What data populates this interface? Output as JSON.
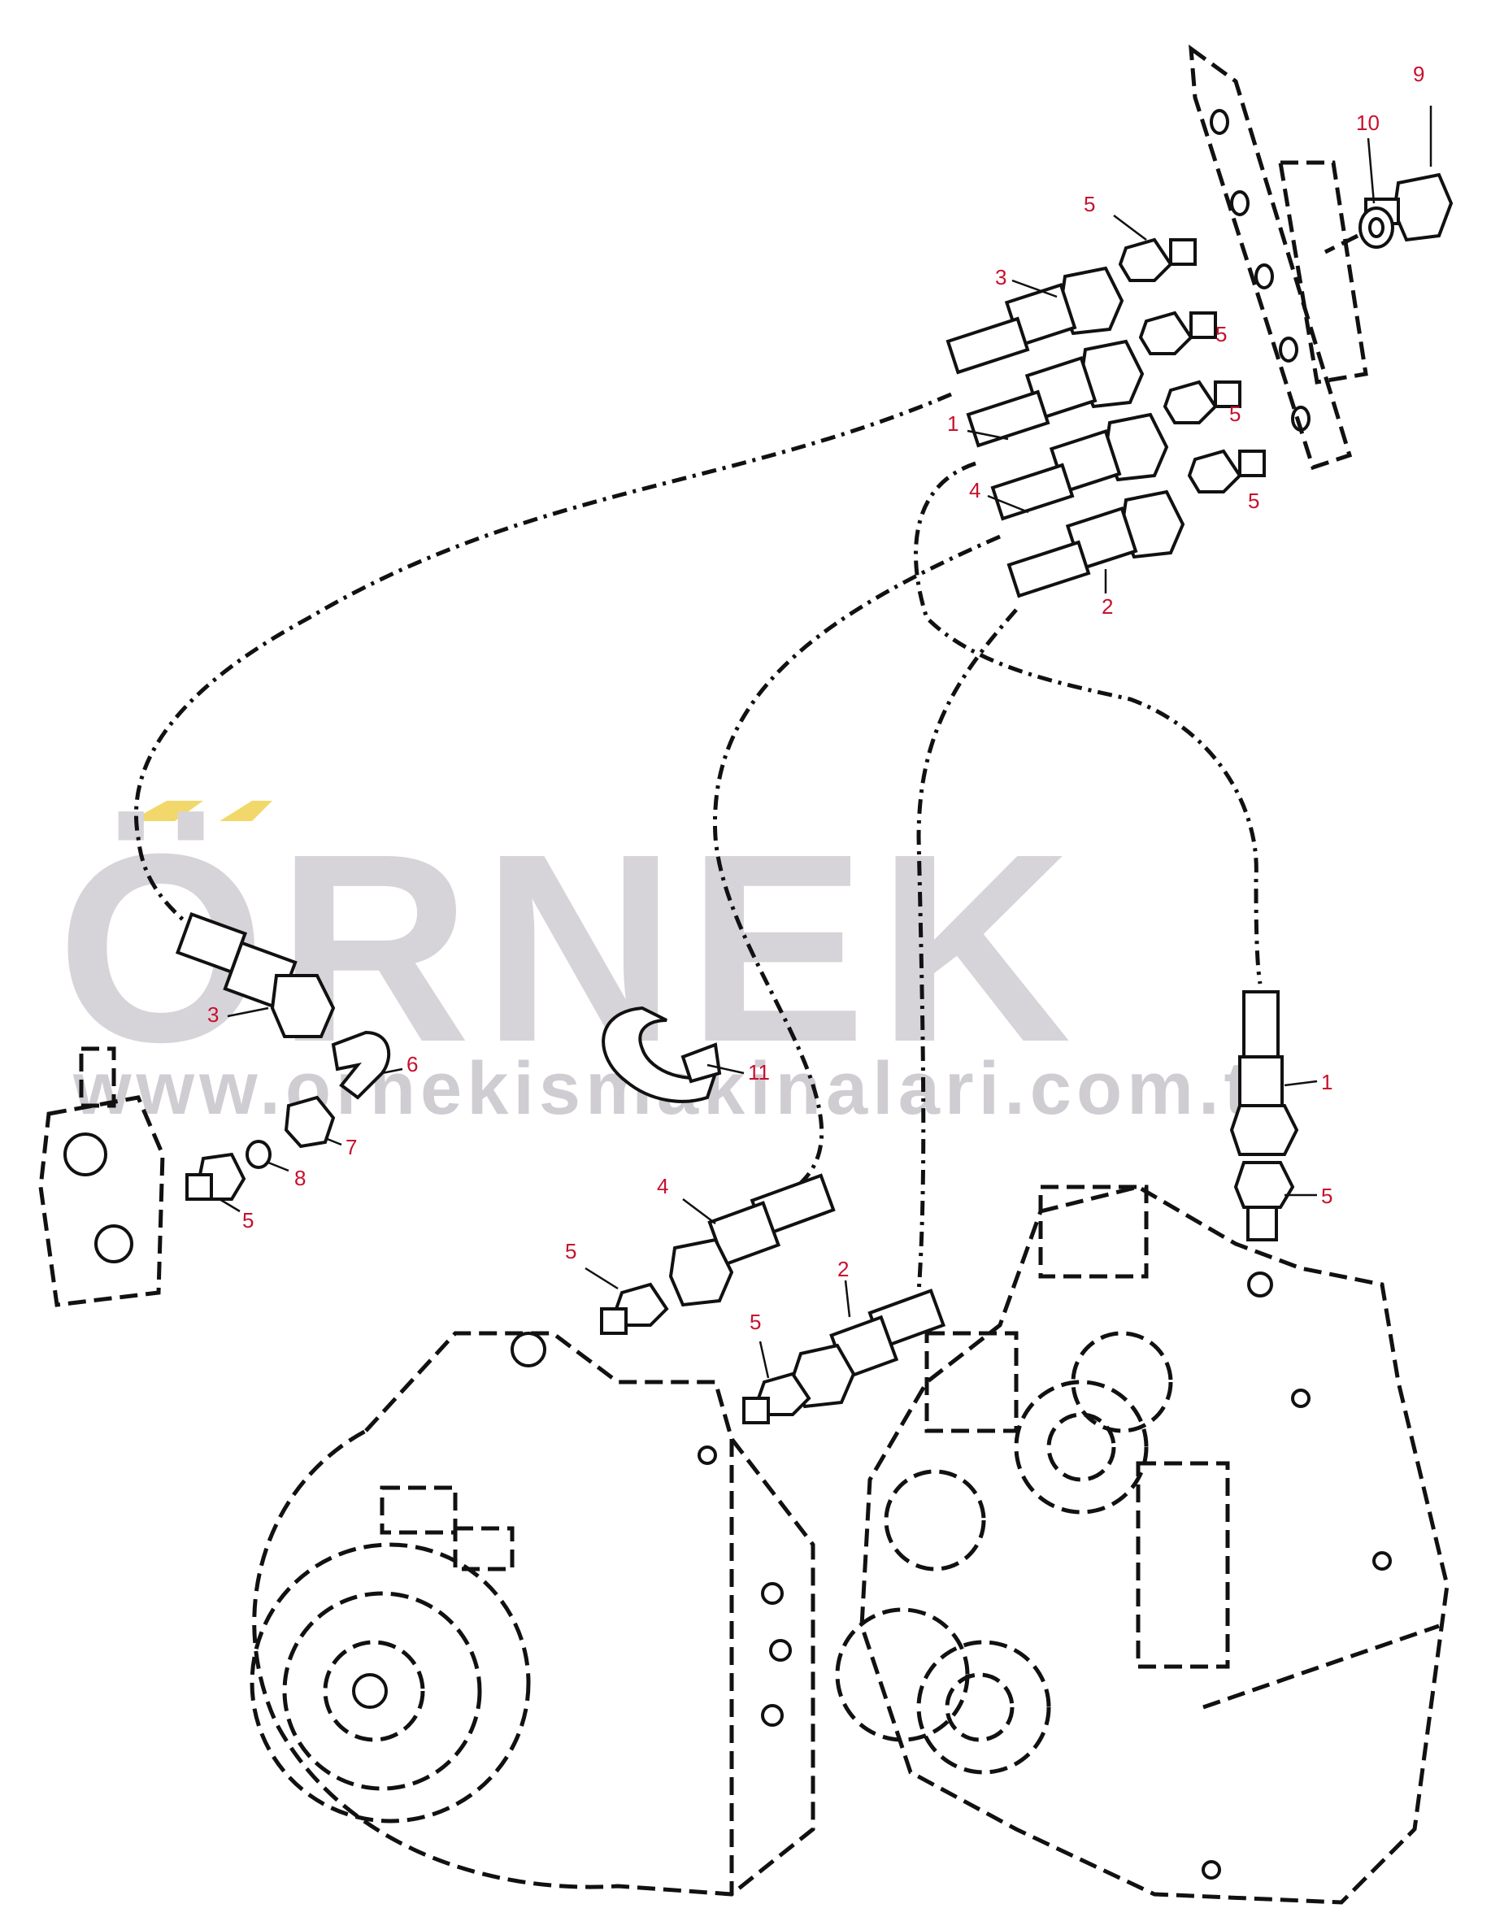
{
  "watermark": {
    "brand": "ÖRNEK",
    "url": "www.ornekismakinalari.com.tr",
    "accent_color": "#f2d86a"
  },
  "callouts": [
    {
      "id": "c9",
      "label": "9"
    },
    {
      "id": "c10",
      "label": "10"
    },
    {
      "id": "c5a",
      "label": "5"
    },
    {
      "id": "c3a",
      "label": "3"
    },
    {
      "id": "c5b",
      "label": "5"
    },
    {
      "id": "c1a",
      "label": "1"
    },
    {
      "id": "c5c",
      "label": "5"
    },
    {
      "id": "c4a",
      "label": "4"
    },
    {
      "id": "c5d",
      "label": "5"
    },
    {
      "id": "c2a",
      "label": "2"
    },
    {
      "id": "c3b",
      "label": "3"
    },
    {
      "id": "c6",
      "label": "6"
    },
    {
      "id": "c11",
      "label": "11"
    },
    {
      "id": "c1b",
      "label": "1"
    },
    {
      "id": "c7",
      "label": "7"
    },
    {
      "id": "c8",
      "label": "8"
    },
    {
      "id": "c5e",
      "label": "5"
    },
    {
      "id": "c4b",
      "label": "4"
    },
    {
      "id": "c5f",
      "label": "5"
    },
    {
      "id": "c2b",
      "label": "2"
    },
    {
      "id": "c5g",
      "label": "5"
    },
    {
      "id": "c5h",
      "label": "5"
    }
  ]
}
